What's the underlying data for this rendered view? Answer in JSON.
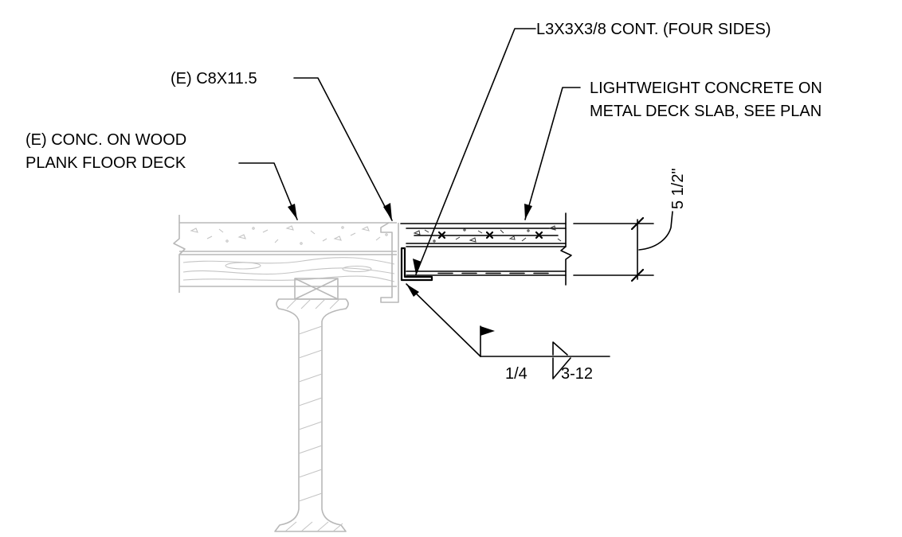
{
  "drawing": {
    "labels": {
      "angle": "L3X3X3/8 CONT. (FOUR SIDES)",
      "channel": "(E) C8X11.5",
      "lightweight_line1": "LIGHTWEIGHT CONCRETE ON",
      "lightweight_line2": "METAL DECK SLAB, SEE PLAN",
      "existing_line1": "(E) CONC. ON WOOD",
      "existing_line2": "PLANK FLOOR DECK",
      "dimension": "5 1/2\"",
      "weld_size": "1/4",
      "weld_length": "3-12"
    },
    "colors": {
      "new_work": "#000000",
      "existing_work": "#b8b8b8",
      "background": "#ffffff"
    }
  }
}
